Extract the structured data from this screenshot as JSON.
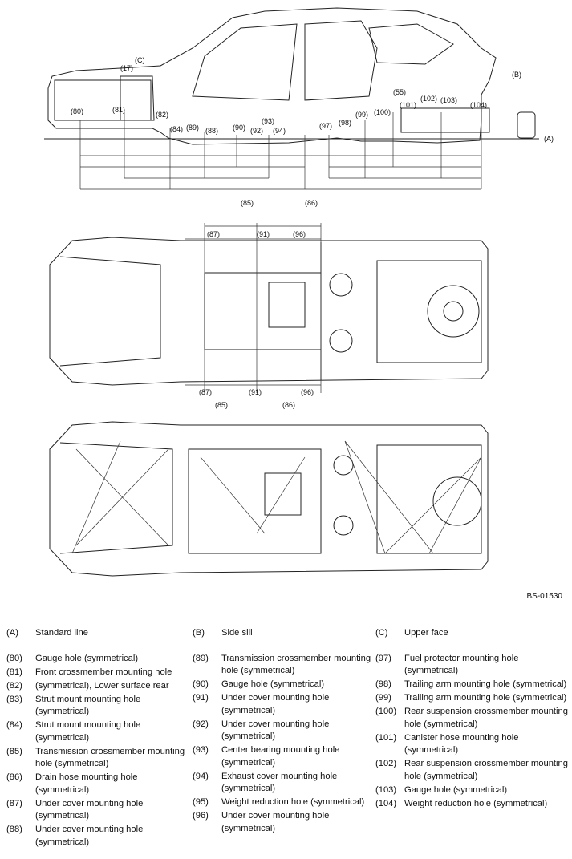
{
  "figure_code": "BS-01530",
  "side_view": {
    "top_labels": [
      "(C)",
      "(17)",
      "(55)",
      "(B)"
    ],
    "points": [
      "(80)",
      "(81)",
      "(82)",
      "(84)",
      "(89)",
      "(88)",
      "(90)",
      "(92)",
      "(93)",
      "(94)",
      "(97)",
      "(98)",
      "(99)",
      "(100)",
      "(101)",
      "(102)",
      "(103)",
      "(104)"
    ],
    "line_label": "(A)",
    "bottom_labels": [
      "(85)",
      "(86)"
    ]
  },
  "plan_view": {
    "top_dims": [
      "(87)",
      "(91)",
      "(96)"
    ],
    "bottom_dims": [
      "(87)",
      "(91)",
      "(96)"
    ],
    "bottom_extra": [
      "(85)",
      "(86)"
    ]
  },
  "under_view": {},
  "legend": {
    "col1": [
      {
        "key": "(A)",
        "text": "Standard line"
      },
      {
        "key": "(80)",
        "text": "Gauge hole (symmetrical)"
      },
      {
        "key": "(81)",
        "text": "Front crossmember mounting hole"
      },
      {
        "key": "(82)",
        "text": "(symmetrical), Lower surface rear"
      },
      {
        "key": "(83)",
        "text": "Strut mount mounting hole (symmetrical)"
      },
      {
        "key": "(84)",
        "text": "Strut mount mounting hole (symmetrical)"
      },
      {
        "key": "(85)",
        "text": "Transmission crossmember mounting hole (symmetrical)"
      },
      {
        "key": "(86)",
        "text": "Drain hose mounting hole (symmetrical)"
      },
      {
        "key": "(87)",
        "text": "Under cover mounting hole (symmetrical)"
      },
      {
        "key": "(88)",
        "text": "Under cover mounting hole (symmetrical)"
      }
    ],
    "col2": [
      {
        "key": "(B)",
        "text": "Side sill"
      },
      {
        "key": "(89)",
        "text": "Transmission crossmember mounting hole (symmetrical)"
      },
      {
        "key": "(90)",
        "text": "Gauge hole (symmetrical)"
      },
      {
        "key": "(91)",
        "text": "Under cover mounting hole (symmetrical)"
      },
      {
        "key": "(92)",
        "text": "Under cover mounting hole (symmetrical)"
      },
      {
        "key": "(93)",
        "text": "Center bearing mounting hole (symmetrical)"
      },
      {
        "key": "(94)",
        "text": "Exhaust cover mounting hole (symmetrical)"
      },
      {
        "key": "(95)",
        "text": "Weight reduction hole (symmetrical)"
      },
      {
        "key": "(96)",
        "text": "Under cover mounting hole (symmetrical)"
      }
    ],
    "col3": [
      {
        "key": "(C)",
        "text": "Upper face"
      },
      {
        "key": "(97)",
        "text": "Fuel protector mounting hole (symmetrical)"
      },
      {
        "key": "(98)",
        "text": "Trailing arm mounting hole (symmetrical)"
      },
      {
        "key": "(99)",
        "text": "Trailing arm mounting hole (symmetrical)"
      },
      {
        "key": "(100)",
        "text": "Rear suspension crossmember mounting hole (symmetrical)"
      },
      {
        "key": "(101)",
        "text": "Canister hose mounting hole (symmetrical)"
      },
      {
        "key": "(102)",
        "text": "Rear suspension crossmember mounting hole (symmetrical)"
      },
      {
        "key": "(103)",
        "text": "Gauge hole (symmetrical)"
      },
      {
        "key": "(104)",
        "text": "Weight reduction hole (symmetrical)"
      }
    ]
  }
}
